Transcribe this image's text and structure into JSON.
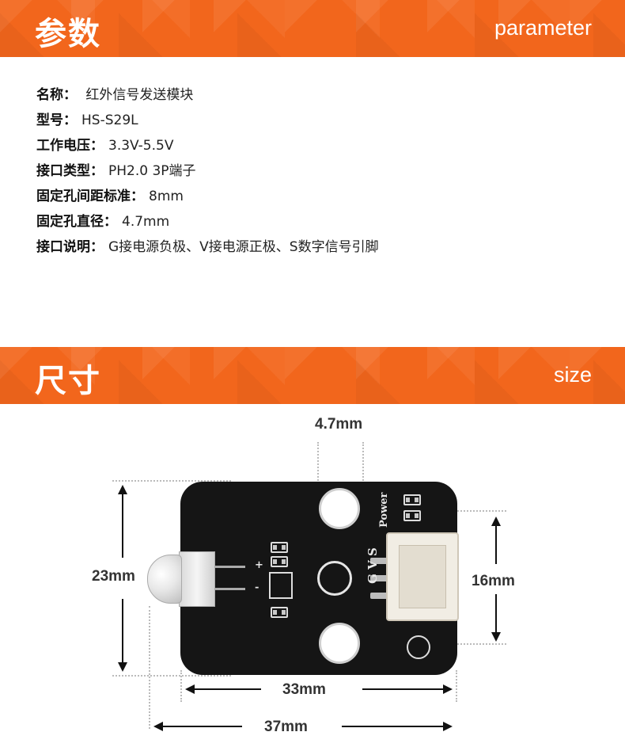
{
  "section1": {
    "title": "参数",
    "subtitle": "parameter"
  },
  "params": [
    {
      "label": "名称：",
      "value": " 红外信号发送模块"
    },
    {
      "label": "型号：",
      "value": "HS-S29L"
    },
    {
      "label": "工作电压：",
      "value": "3.3V-5.5V"
    },
    {
      "label": "接口类型：",
      "value": "PH2.0 3P端子"
    },
    {
      "label": "固定孔间距标准：",
      "value": "8mm"
    },
    {
      "label": "固定孔直径：",
      "value": "4.7mm"
    },
    {
      "label": "接口说明：",
      "value": "G接电源负极、V接电源正极、S数字信号引脚"
    }
  ],
  "section2": {
    "title": "尺寸",
    "subtitle": "size"
  },
  "dimensions": {
    "hole_diameter": "4.7mm",
    "height_total": "23mm",
    "hole_spacing": "16mm",
    "width_board": "33mm",
    "width_total": "37mm"
  },
  "board_silkscreen": {
    "power": "Power",
    "pins": "G V S",
    "plus": "+",
    "minus": "-"
  },
  "colors": {
    "banner": "#f2661c",
    "board": "#151515"
  }
}
